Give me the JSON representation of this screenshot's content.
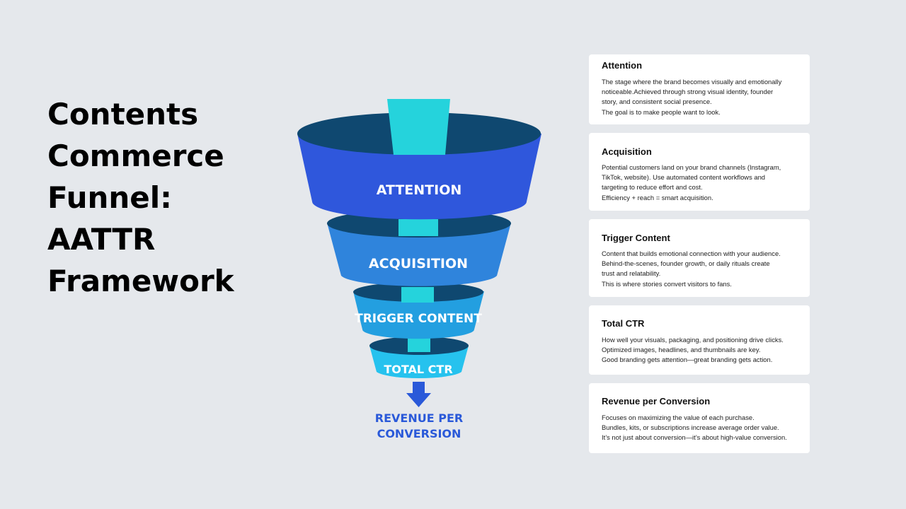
{
  "title_lines": [
    "Contents",
    "Commerce",
    "Funnel:",
    "AATTR",
    "Framework"
  ],
  "colors": {
    "background": "#e5e8ec",
    "attention": "#2f57dc",
    "acquisition": "#2f84dc",
    "trigger": "#239fe0",
    "ctr": "#26c2ee",
    "inner": "#0f4870",
    "stream": "#25d3dc",
    "revenue": "#2a59d9"
  },
  "funnel": {
    "attention": "ATTENTION",
    "acquisition": "ACQUISITION",
    "trigger": "TRIGGER CONTENT",
    "ctr": "TOTAL CTR",
    "revenue_line1": "REVENUE PER",
    "revenue_line2": "CONVERSION",
    "arrow_icon": "arrow-down-icon"
  },
  "cards": [
    {
      "title": "Attention",
      "lines": [
        "The stage where the brand becomes visually and emotionally",
        "noticeable.Achieved through strong visual identity, founder",
        "story, and consistent social presence.",
        "The goal is to make people want to look."
      ]
    },
    {
      "title": "Acquisition",
      "lines": [
        "Potential customers land on your brand channels (Instagram,",
        "TikTok, website). Use automated content workflows and",
        "targeting to reduce effort and cost.",
        "Efficiency + reach = smart acquisition."
      ]
    },
    {
      "title": "Trigger Content",
      "lines": [
        "Content that builds emotional connection with your audience.",
        "Behind-the-scenes, founder growth, or daily rituals create",
        "trust and relatability.",
        "This is where stories convert visitors to fans."
      ]
    },
    {
      "title": "Total CTR",
      "lines": [
        "How well your visuals, packaging, and positioning drive clicks.",
        "Optimized images, headlines, and thumbnails are key.",
        "Good branding gets attention—great branding gets action."
      ]
    },
    {
      "title": "Revenue per Conversion",
      "lines": [
        "Focuses on maximizing the value of each purchase.",
        "Bundles, kits, or subscriptions increase average order value.",
        "It’s not just about conversion—it’s about high-value conversion."
      ]
    }
  ]
}
